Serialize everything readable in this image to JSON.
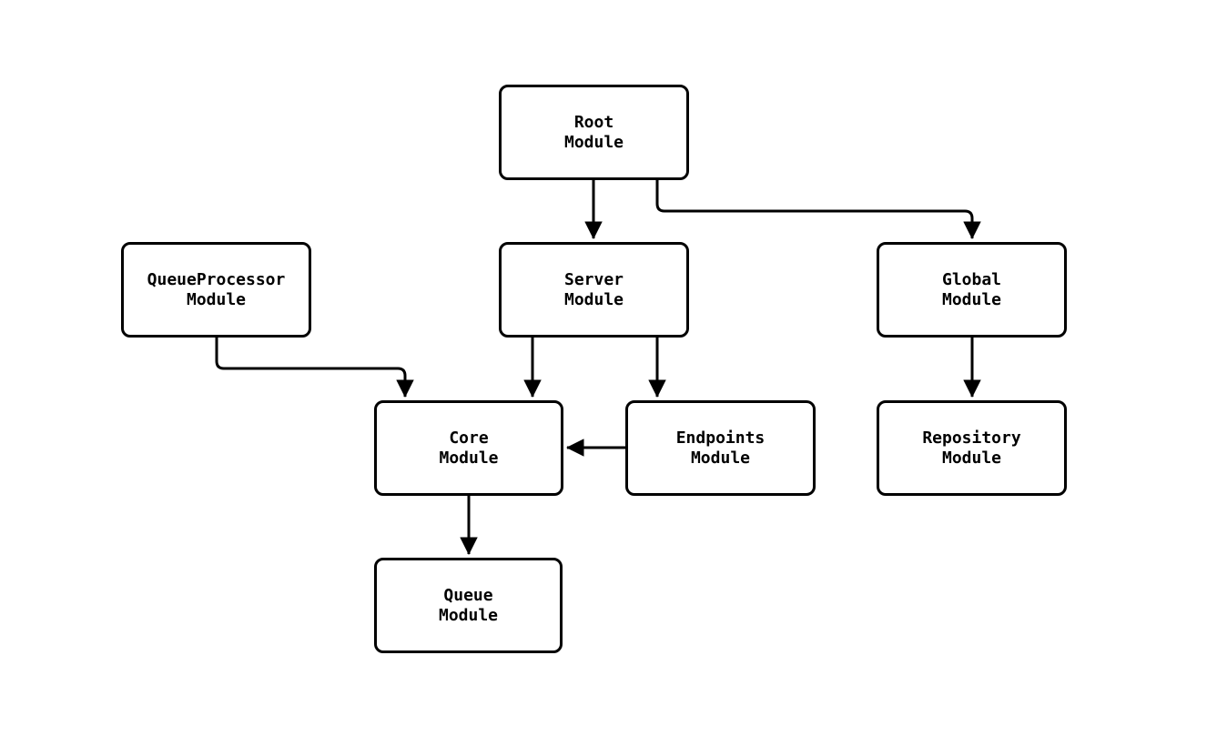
{
  "diagram": {
    "type": "module-dependency-flowchart",
    "colors": {
      "background": "#ffffff",
      "node_fill": "#ffffff",
      "node_border": "#000000",
      "text": "#000000",
      "edge": "#000000"
    },
    "nodes": {
      "root": {
        "label": "Root\nModule"
      },
      "queueprocessor": {
        "label": "QueueProcessor\nModule"
      },
      "server": {
        "label": "Server\nModule"
      },
      "global": {
        "label": "Global\nModule"
      },
      "core": {
        "label": "Core\nModule"
      },
      "endpoints": {
        "label": "Endpoints\nModule"
      },
      "repository": {
        "label": "Repository\nModule"
      },
      "queue": {
        "label": "Queue\nModule"
      }
    },
    "edges": [
      {
        "from": "Root Module",
        "to": "Server Module"
      },
      {
        "from": "Root Module",
        "to": "Global Module"
      },
      {
        "from": "QueueProcessor Module",
        "to": "Core Module"
      },
      {
        "from": "Server Module",
        "to": "Core Module"
      },
      {
        "from": "Server Module",
        "to": "Endpoints Module"
      },
      {
        "from": "Endpoints Module",
        "to": "Core Module"
      },
      {
        "from": "Global Module",
        "to": "Repository Module"
      },
      {
        "from": "Core Module",
        "to": "Queue Module"
      }
    ]
  }
}
